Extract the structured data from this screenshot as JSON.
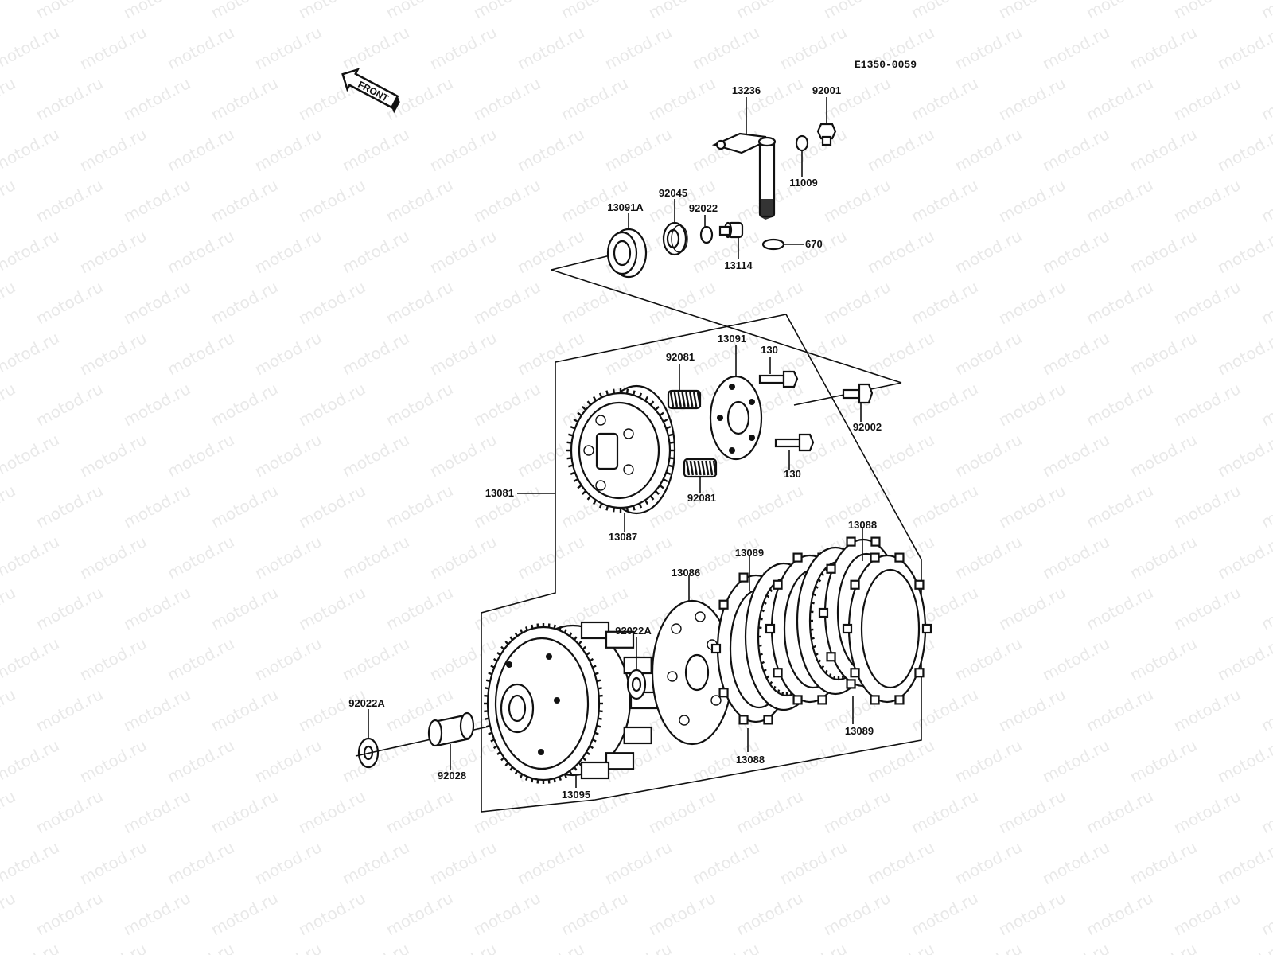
{
  "diagram": {
    "code": "E1350-0059",
    "front_label": "FRONT",
    "watermark": "motod.ru",
    "labels": {
      "p13236": "13236",
      "p92001": "92001",
      "p11009": "11009",
      "p670": "670",
      "p13114": "13114",
      "p92022": "92022",
      "p92045": "92045",
      "p13091A": "13091A",
      "p92081a": "92081",
      "p13091": "13091",
      "p130a": "130",
      "p92002": "92002",
      "p130b": "130",
      "p92081b": "92081",
      "p13081": "13081",
      "p13087": "13087",
      "p13088a": "13088",
      "p13089a": "13089",
      "p13086": "13086",
      "p92022Aa": "92022A",
      "p92022Ab": "92022A",
      "p92028": "92028",
      "p13095": "13095",
      "p13088b": "13088",
      "p13089b": "13089"
    }
  }
}
